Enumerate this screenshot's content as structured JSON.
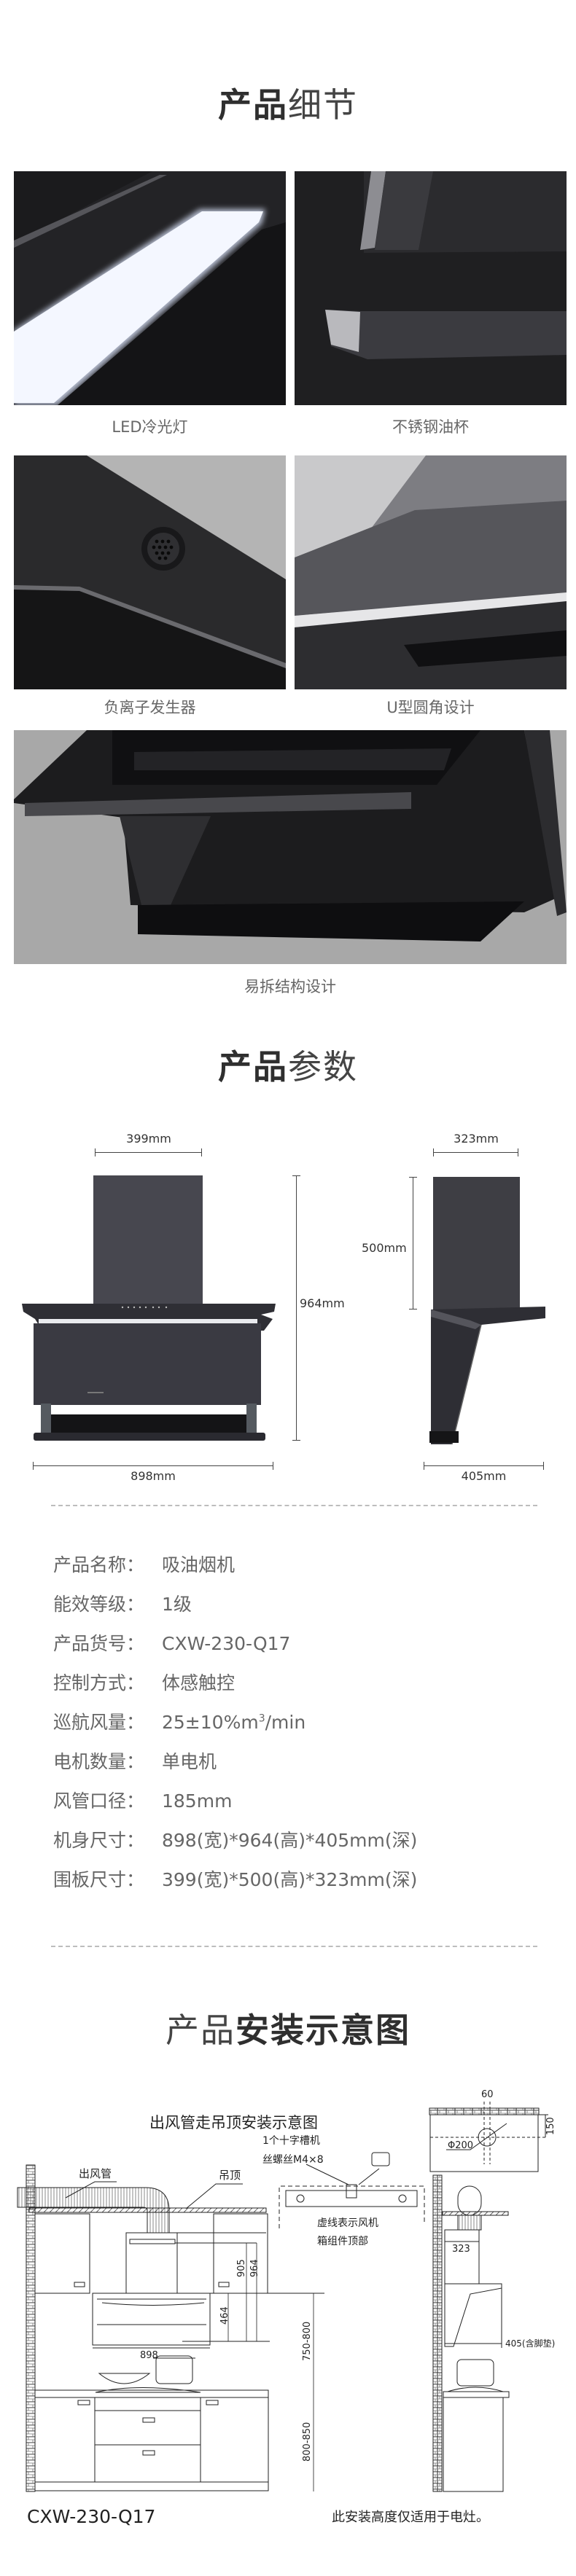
{
  "details": {
    "title_bold": "产品",
    "title_light": "细节",
    "items": [
      {
        "caption": "LED冷光灯"
      },
      {
        "caption": "不锈钢油杯"
      },
      {
        "caption": "负离子发生器"
      },
      {
        "caption": "U型圆角设计"
      },
      {
        "caption": "易拆结构设计"
      }
    ]
  },
  "params": {
    "title_bold": "产品",
    "title_light": "参数",
    "dims": {
      "panel_width": "399mm",
      "body_height": "964mm",
      "body_width": "898mm",
      "panel_depth": "323mm",
      "panel_height": "500mm",
      "body_depth": "405mm"
    },
    "specs": [
      {
        "label": "产品名称：",
        "value": "吸油烟机"
      },
      {
        "label": "能效等级：",
        "value": "1级"
      },
      {
        "label": "产品货号：",
        "value": "CXW-230-Q17"
      },
      {
        "label": "控制方式：",
        "value": "体感触控"
      },
      {
        "label": "巡航风量：",
        "value": "25±10%m",
        "sup": "3",
        "unit": "/min"
      },
      {
        "label": "电机数量：",
        "value": "单电机"
      },
      {
        "label": "风管口径：",
        "value": "185mm"
      },
      {
        "label": "机身尺寸：",
        "value": "898(宽)*964(高)*405mm(深)"
      },
      {
        "label": "围板尺寸：",
        "value": "399(宽)*500(高)*323mm(深)"
      }
    ]
  },
  "install": {
    "title_light": "产品",
    "title_bold": "安装示意图",
    "diagram_title": "出风管走吊顶安装示意图",
    "labels": {
      "duct": "出风管",
      "ceiling": "吊顶",
      "screw_line1": "1个十字槽机",
      "screw_line2": "丝螺丝M4×8",
      "dashed_line1": "虚线表示风机",
      "dashed_line2": "箱组件顶部",
      "d905": "905",
      "d964": "964",
      "d464": "464",
      "d898": "898",
      "d750_800": "750-800",
      "d800_850": "800-850",
      "d60": "60",
      "d150": "150",
      "d200": "Φ200",
      "d323": "323",
      "d405": "405(含脚垫)"
    },
    "model": "CXW-230-Q17",
    "note": "此安装高度仅适用于电灶。"
  }
}
